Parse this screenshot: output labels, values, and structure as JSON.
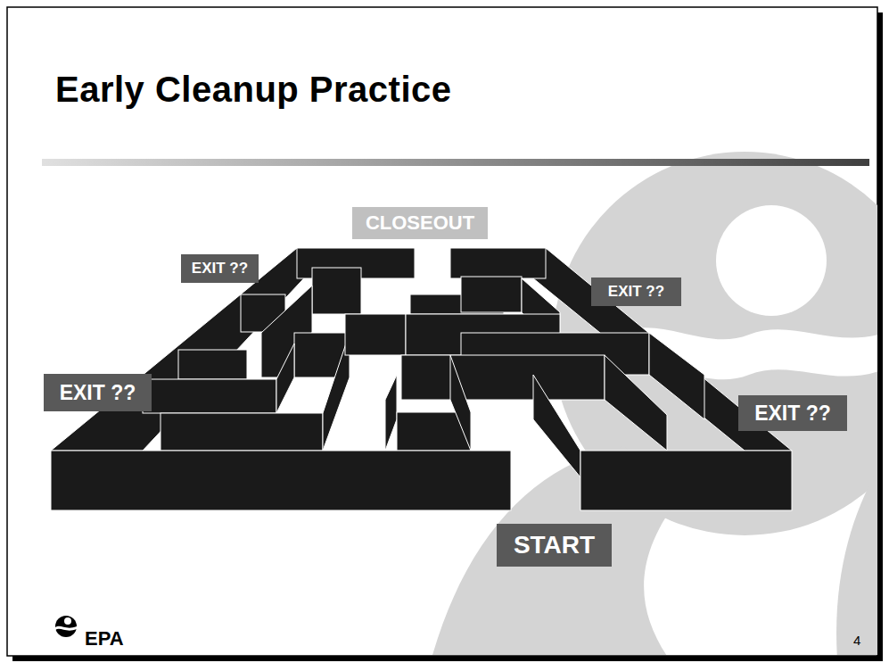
{
  "diagram": {
    "title": "Early Cleanup Practice",
    "nodes": [
      {
        "text": [
          "CLOSEOUT"
        ]
      },
      {
        "text": [
          "EXIT ??"
        ]
      },
      {
        "text": [
          "EXIT ??"
        ]
      },
      {
        "text": [
          "EXIT ??"
        ]
      },
      {
        "text": [
          "EXIT ??"
        ]
      },
      {
        "text": [
          "START"
        ]
      }
    ],
    "labels": [
      "EPA",
      "4"
    ]
  }
}
